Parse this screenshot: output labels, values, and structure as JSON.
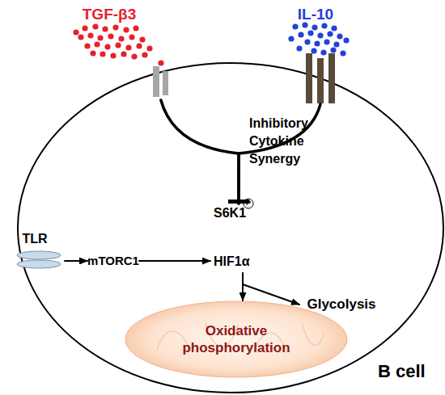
{
  "diagram": {
    "nodes": [
      {
        "text": [
          "B cell"
        ]
      },
      {
        "text": [
          "TGF-β3"
        ]
      },
      {
        "text": [
          "IL-10"
        ]
      },
      {
        "text": [
          "TLR"
        ],
        "in": 0
      },
      {
        "text": [
          "mTORC1"
        ],
        "in": 0
      },
      {
        "text": [
          "S6K1",
          "HIF1α"
        ],
        "in": 0
      },
      {
        "text": [
          "Glycolysis"
        ],
        "in": 0
      },
      {
        "text": [
          "Oxidative phosphorylation"
        ],
        "in": 0
      }
    ],
    "edges": [
      {
        "from": 3,
        "to": 4,
        "arrow": "to"
      },
      {
        "from": 4,
        "to": 5,
        "arrow": "to"
      },
      {
        "from": 5,
        "to": 6,
        "arrow": "to"
      },
      {
        "from": 5,
        "to": 7,
        "arrow": "to"
      },
      {
        "from": 1,
        "to": 5,
        "arrow": "to"
      },
      {
        "from": 2,
        "to": 5,
        "arrow": "to"
      }
    ],
    "labels": [
      "Inhibitory Cytokine Synergy",
      "P"
    ]
  }
}
